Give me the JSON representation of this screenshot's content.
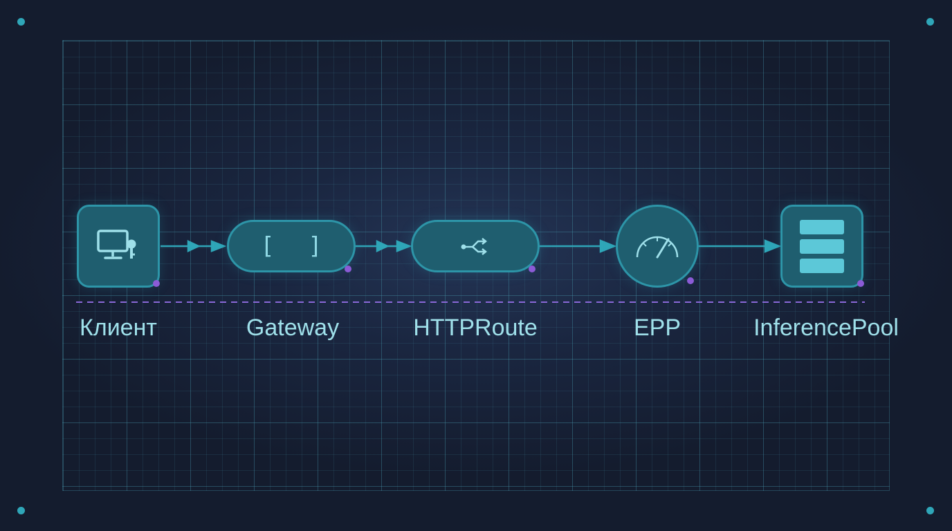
{
  "diagram": {
    "nodes": [
      {
        "id": "client",
        "label": "Клиент",
        "icon": "monitor-key-icon"
      },
      {
        "id": "gateway",
        "label": "Gateway",
        "icon": "brackets-icon",
        "glyph": "[ ]"
      },
      {
        "id": "httproute",
        "label": "HTTPRoute",
        "icon": "route-split-icon"
      },
      {
        "id": "epp",
        "label": "EPP",
        "icon": "gauge-icon"
      },
      {
        "id": "inferencepool",
        "label": "InferencePool",
        "icon": "server-stack-icon"
      }
    ],
    "edges": [
      {
        "from": "client",
        "to": "gateway"
      },
      {
        "from": "gateway",
        "to": "httproute"
      },
      {
        "from": "httproute",
        "to": "epp"
      },
      {
        "from": "epp",
        "to": "inferencepool"
      }
    ]
  },
  "colors": {
    "background": "#141c2e",
    "grid": "#2d6f80",
    "node_fill": "#1f5e6f",
    "node_border": "#2d95a8",
    "connector": "#2fa6b8",
    "accent_dot": "#8b5bd6",
    "dashed_line": "#7b5bc8",
    "label_text": "#9fe0ea"
  }
}
